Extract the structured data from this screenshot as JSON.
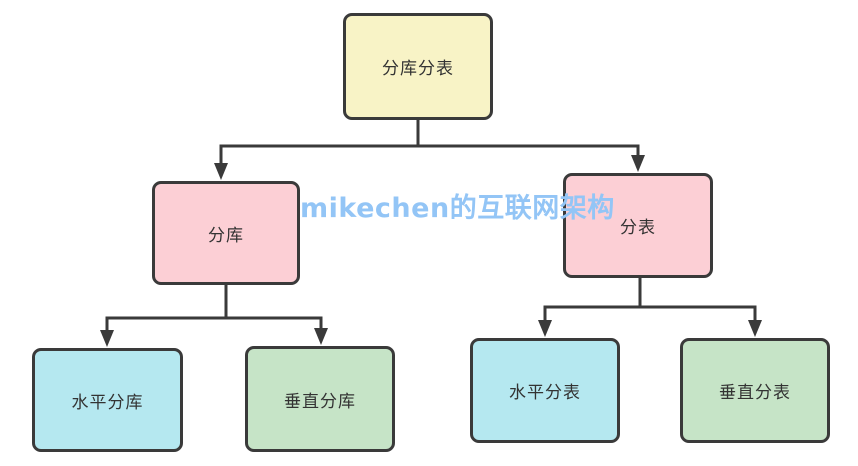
{
  "diagram": {
    "watermark": {
      "text": "mikechen的互联网架构",
      "color": "#93c5f6"
    },
    "colors": {
      "line": "#3a3a3a",
      "node_border": "#3a3a3a",
      "root_fill": "#f8f3c6",
      "branch_fill": "#fccfd5",
      "horizontal_fill": "#b5e8f0",
      "vertical_fill": "#c6e4c7"
    },
    "nodes": [
      {
        "label": "分库分表",
        "fill": "#f8f3c6",
        "level": "root"
      },
      {
        "label": "分库",
        "fill": "#fccfd5",
        "level": "branch"
      },
      {
        "label": "分表",
        "fill": "#fccfd5",
        "level": "branch"
      },
      {
        "label": "水平分库",
        "fill": "#b5e8f0",
        "level": "leaf"
      },
      {
        "label": "垂直分库",
        "fill": "#c6e4c7",
        "level": "leaf"
      },
      {
        "label": "水平分表",
        "fill": "#b5e8f0",
        "level": "leaf"
      },
      {
        "label": "垂直分表",
        "fill": "#c6e4c7",
        "level": "leaf"
      }
    ],
    "edges": [
      {
        "from": "分库分表",
        "to": "分库"
      },
      {
        "from": "分库分表",
        "to": "分表"
      },
      {
        "from": "分库",
        "to": "水平分库"
      },
      {
        "from": "分库",
        "to": "垂直分库"
      },
      {
        "from": "分表",
        "to": "水平分表"
      },
      {
        "from": "分表",
        "to": "垂直分表"
      }
    ]
  }
}
